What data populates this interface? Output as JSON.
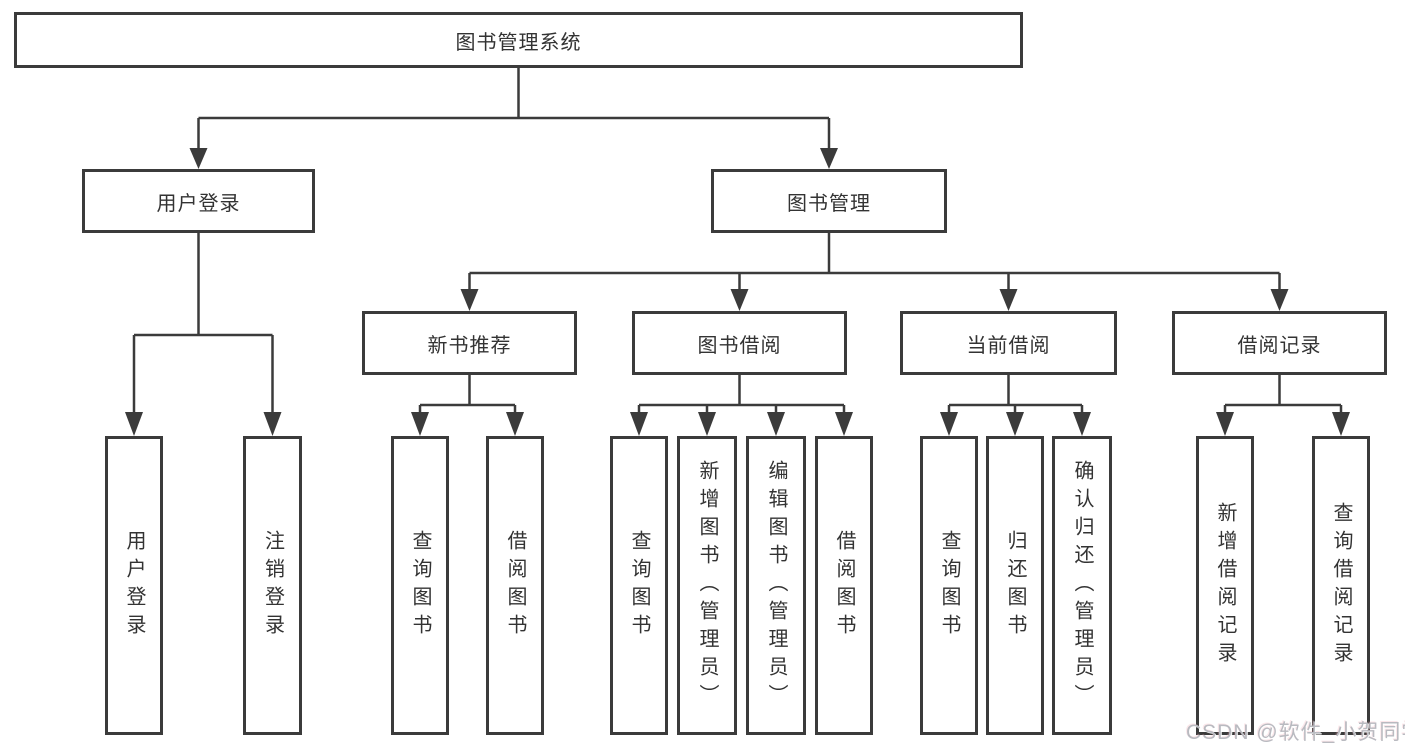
{
  "diagram": {
    "title": "图书管理系统",
    "root": {
      "label": "图书管理系统"
    },
    "level2": [
      {
        "id": "user-login",
        "label": "用户登录"
      },
      {
        "id": "book-management",
        "label": "图书管理"
      }
    ],
    "level3": [
      {
        "id": "new-book-recommend",
        "parent": "图书管理",
        "label": "新书推荐"
      },
      {
        "id": "book-borrow",
        "parent": "图书管理",
        "label": "图书借阅"
      },
      {
        "id": "current-borrow",
        "parent": "图书管理",
        "label": "当前借阅"
      },
      {
        "id": "borrow-records",
        "parent": "图书管理",
        "label": "借阅记录"
      }
    ],
    "leaves": [
      {
        "parent": "用户登录",
        "label": "用户登录"
      },
      {
        "parent": "用户登录",
        "label": "注销登录"
      },
      {
        "parent": "新书推荐",
        "label": "查询图书"
      },
      {
        "parent": "新书推荐",
        "label": "借阅图书"
      },
      {
        "parent": "图书借阅",
        "label": "查询图书"
      },
      {
        "parent": "图书借阅",
        "label": "新增图书（管理员）"
      },
      {
        "parent": "图书借阅",
        "label": "编辑图书（管理员）"
      },
      {
        "parent": "图书借阅",
        "label": "借阅图书"
      },
      {
        "parent": "当前借阅",
        "label": "查询图书"
      },
      {
        "parent": "当前借阅",
        "label": "归还图书"
      },
      {
        "parent": "当前借阅",
        "label": "确认归还（管理员）"
      },
      {
        "parent": "借阅记录",
        "label": "新增借阅记录"
      },
      {
        "parent": "借阅记录",
        "label": "查询借阅记录"
      }
    ]
  },
  "watermark": {
    "text": "CSDN @软件_小贺同学"
  },
  "colors": {
    "line": "#3b3b3b",
    "box_border": "#3b3b3b",
    "box_fill": "#ffffff",
    "text": "#333333",
    "watermark": "#b9bac0",
    "background": "#ffffff"
  }
}
